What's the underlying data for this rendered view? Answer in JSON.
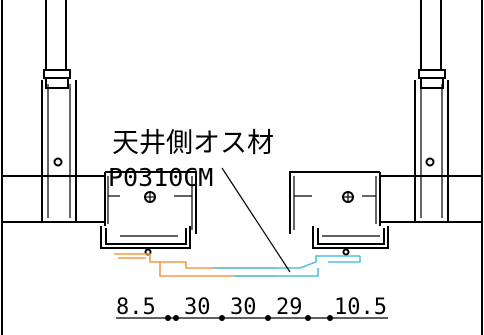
{
  "labels": {
    "part_name": "天井側オス材",
    "part_code": "P0310CM"
  },
  "dimensions": [
    "8.5",
    "30",
    "30",
    "29",
    "10.5"
  ],
  "colors": {
    "line": "#000000",
    "part_left": "#f29a4a",
    "part_right": "#4ec3d6",
    "background": "#ffffff"
  }
}
